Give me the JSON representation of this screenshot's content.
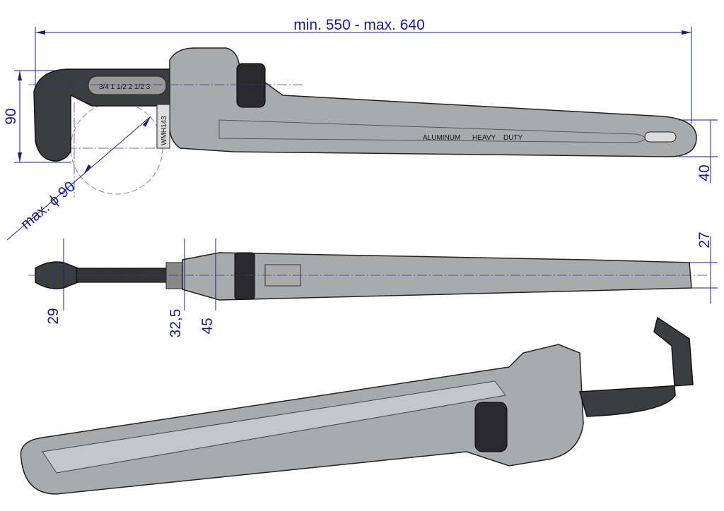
{
  "dimensions": {
    "length": "min. 550 - max. 640",
    "jaw_height": "90",
    "pipe_diameter": "max. ϕ 90",
    "handle_end": "40",
    "handle_thickness": "27",
    "jaw_thickness": "29",
    "nut_thickness": "32,5",
    "body_thickness": "45"
  },
  "labels": {
    "handle_text_1": "ALUMINUM",
    "handle_text_2": "HEAVY",
    "handle_text_3": "DUTY",
    "model": "WMH143",
    "scale": "3/4 1 1/2 2 1/2 3"
  },
  "colors": {
    "dimension": "#1c1c7a",
    "body": "#a9aaac",
    "dark": "#3c3d40"
  }
}
